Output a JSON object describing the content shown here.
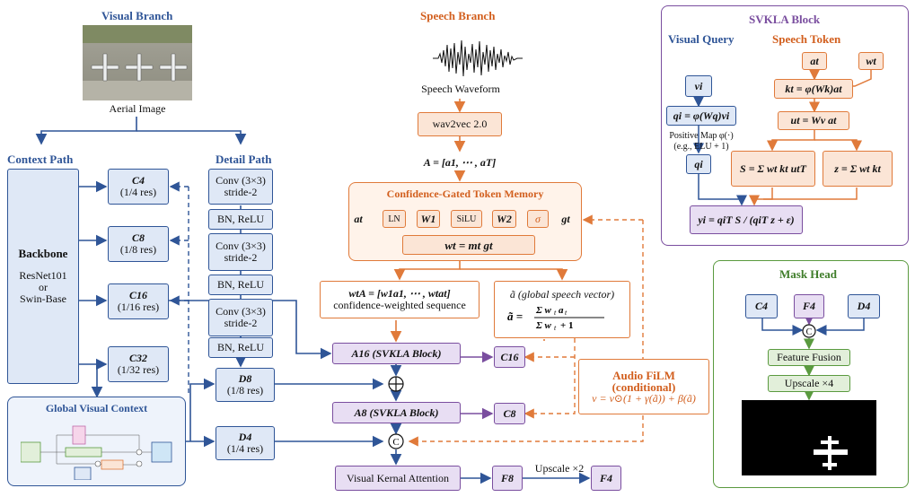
{
  "visual_branch": {
    "title": "Visual Branch",
    "image_caption": "Aerial Image",
    "context_path": "Context Path",
    "detail_path": "Detail Path",
    "backbone": {
      "title": "Backbone",
      "line1": "ResNet101",
      "line2": "or",
      "line3": "Swin-Base"
    },
    "context_features": [
      {
        "name": "C4",
        "res": "(1/4 res)"
      },
      {
        "name": "C8",
        "res": "(1/8 res)"
      },
      {
        "name": "C16",
        "res": "(1/16 res)"
      },
      {
        "name": "C32",
        "res": "(1/32 res)"
      }
    ],
    "detail_layers": [
      {
        "l1": "Conv (3×3)",
        "l2": "stride-2"
      },
      {
        "l1": "BN, ReLU",
        "l2": ""
      },
      {
        "l1": "Conv (3×3)",
        "l2": "stride-2"
      },
      {
        "l1": "BN, ReLU",
        "l2": ""
      },
      {
        "l1": "Conv (3×3)",
        "l2": "stride-2"
      },
      {
        "l1": "BN, ReLU",
        "l2": ""
      }
    ],
    "d8": {
      "name": "D8",
      "res": "(1/8 res)"
    },
    "d4": {
      "name": "D4",
      "res": "(1/4 res)"
    },
    "global_context": "Global Visual Context"
  },
  "speech_branch": {
    "title": "Speech Branch",
    "waveform_caption": "Speech Waveform",
    "encoder": "wav2vec 2.0",
    "sequence": "A = [a1, ⋯ , aT]",
    "memory_title": "Confidence-Gated Token Memory",
    "memory_in": "at",
    "memory_out": "gt",
    "memory_ops": [
      "LN",
      "W1",
      "SiLU",
      "W2",
      "σ"
    ],
    "weight_eq": "wt = mt gt",
    "weighted_seq": "wtA = [w1a1, ⋯ , wtat]",
    "weighted_seq_caption": "confidence-weighted sequence",
    "global_vec_title": "ã (global speech vector)",
    "a16": "A16 (SVKLA Block)",
    "a8": "A8 (SVKLA Block)",
    "c16": "C16",
    "c8": "C8",
    "film_title": "Audio FiLM",
    "film_sub": "(conditional)",
    "film_eq": "v = v⊙(1 + γ(ã)) + β(ã)",
    "vka": "Visual Kernal Attention",
    "f8": "F8",
    "upscale": "Upscale ×2",
    "f4": "F4"
  },
  "svkla": {
    "title": "SVKLA Block",
    "visual_query": "Visual Query",
    "speech_token": "Speech Token",
    "vi": "vi",
    "at": "at",
    "wt": "wt",
    "qi_eq": "qi = φ(Wq)vi",
    "kt_eq": "kt = φ(Wk)at",
    "positive_map": "Positive Map φ(·)",
    "positive_map_eg": "(e.g., ELU + 1)",
    "ut_eq": "ut = Wv at",
    "qi": "qi",
    "s_eq": "S = Σ wt kt utT",
    "z_eq": "z = Σ wt kt",
    "yi_eq": "yi = qiT S / (qiT z + ε)"
  },
  "mask_head": {
    "title": "Mask Head",
    "inputs": [
      "C4",
      "F4",
      "D4"
    ],
    "fusion": "Feature Fusion",
    "upscale": "Upscale ×4"
  },
  "colors": {
    "blue": "#2f5597",
    "orange": "#e07a3a",
    "purple": "#7a4e9f",
    "green": "#5a9a3f"
  }
}
